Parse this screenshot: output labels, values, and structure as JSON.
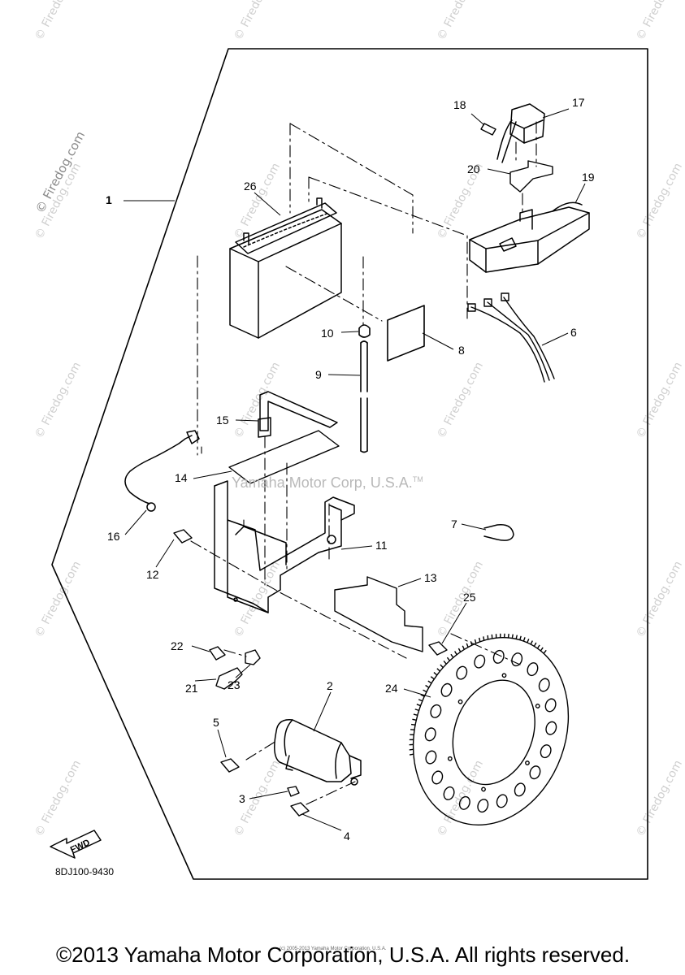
{
  "watermark": {
    "text": "© Firedog.com",
    "center_text": "Yamaha Motor Corp, U.S.A.",
    "center_tm": "TM"
  },
  "labels": {
    "n1": "1",
    "n2": "2",
    "n3": "3",
    "n4": "4",
    "n5": "5",
    "n6": "6",
    "n7": "7",
    "n8": "8",
    "n9": "9",
    "n10": "10",
    "n11": "11",
    "n12": "12",
    "n13": "13",
    "n14": "14",
    "n15": "15",
    "n16": "16",
    "n17": "17",
    "n18": "18",
    "n19": "19",
    "n20": "20",
    "n21": "21",
    "n22": "22",
    "n23": "23",
    "n24": "24",
    "n25": "25",
    "n26": "26"
  },
  "fwd_label": "FWD",
  "part_code": "8DJ100-9430",
  "tiny_copyright": "(c) 2005-2013 Yamaha Motor Corporation, U.S.A.",
  "footer": "©2013 Yamaha Motor Corporation, U.S.A. All rights reserved."
}
